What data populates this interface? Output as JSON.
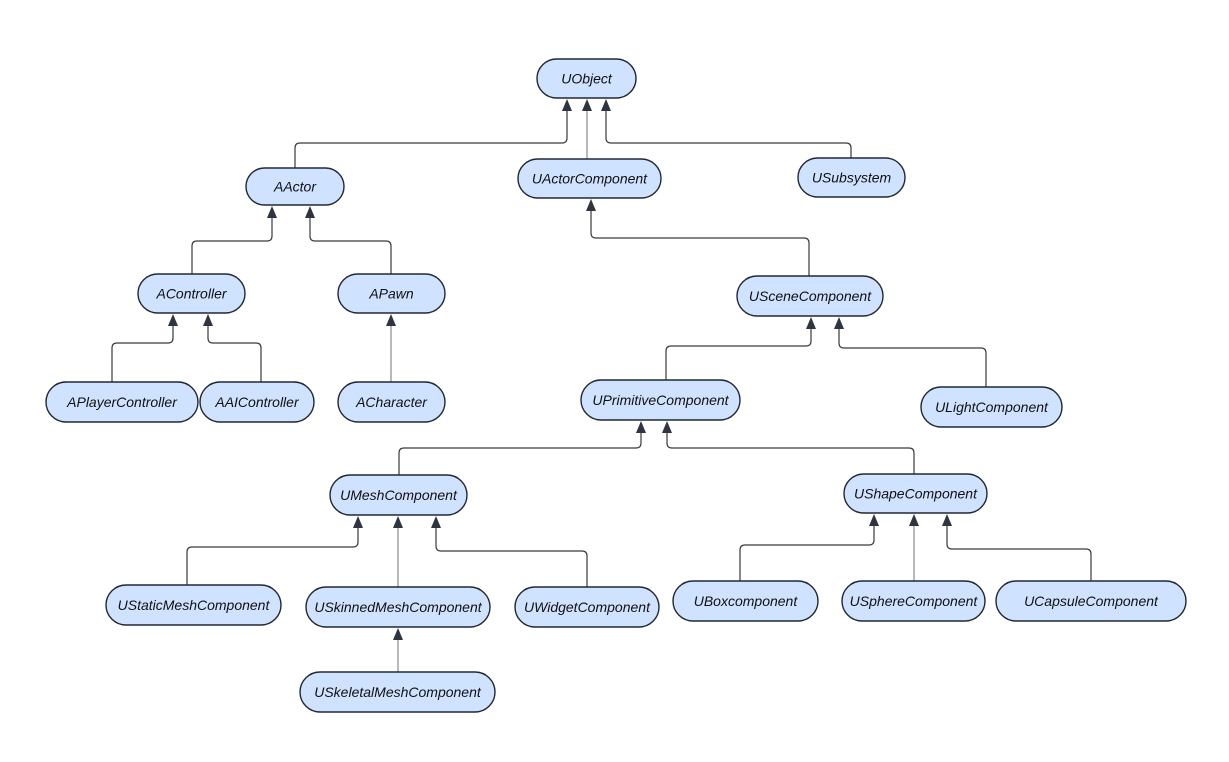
{
  "diagram": {
    "nodes": [
      {
        "id": "uobject",
        "label": "UObject"
      },
      {
        "id": "aactor",
        "label": "AActor"
      },
      {
        "id": "uactorcomponent",
        "label": "UActorComponent"
      },
      {
        "id": "usubsystem",
        "label": "USubsystem"
      },
      {
        "id": "acontroller",
        "label": "AController"
      },
      {
        "id": "apawn",
        "label": "APawn"
      },
      {
        "id": "uscenecomponent",
        "label": "USceneComponent"
      },
      {
        "id": "aplayercontroller",
        "label": "APlayerController"
      },
      {
        "id": "aaicontroller",
        "label": "AAIController"
      },
      {
        "id": "acharacter",
        "label": "ACharacter"
      },
      {
        "id": "uprimitivecomponent",
        "label": "UPrimitiveComponent"
      },
      {
        "id": "ulightcomponent",
        "label": "ULightComponent"
      },
      {
        "id": "umeshcomponent",
        "label": "UMeshComponent"
      },
      {
        "id": "ushapecomponent",
        "label": "UShapeComponent"
      },
      {
        "id": "ustaticmeshcomponent",
        "label": "UStaticMeshComponent"
      },
      {
        "id": "uskinnedmeshcomponent",
        "label": "USkinnedMeshComponent"
      },
      {
        "id": "uwidgetcomponent",
        "label": "UWidgetComponent"
      },
      {
        "id": "uboxcomponent",
        "label": "UBoxcomponent"
      },
      {
        "id": "uspherecomponent",
        "label": "USphereComponent"
      },
      {
        "id": "ucapsulecomponent",
        "label": "UCapsuleComponent"
      },
      {
        "id": "uskeletalmeshcomponent",
        "label": "USkeletalMeshComponent"
      }
    ],
    "edges": [
      {
        "from": "aactor",
        "to": "uobject"
      },
      {
        "from": "uactorcomponent",
        "to": "uobject"
      },
      {
        "from": "usubsystem",
        "to": "uobject"
      },
      {
        "from": "acontroller",
        "to": "aactor"
      },
      {
        "from": "apawn",
        "to": "aactor"
      },
      {
        "from": "uscenecomponent",
        "to": "uactorcomponent"
      },
      {
        "from": "aplayercontroller",
        "to": "acontroller"
      },
      {
        "from": "aaicontroller",
        "to": "acontroller"
      },
      {
        "from": "acharacter",
        "to": "apawn"
      },
      {
        "from": "uprimitivecomponent",
        "to": "uscenecomponent"
      },
      {
        "from": "ulightcomponent",
        "to": "uscenecomponent"
      },
      {
        "from": "umeshcomponent",
        "to": "uprimitivecomponent"
      },
      {
        "from": "ushapecomponent",
        "to": "uprimitivecomponent"
      },
      {
        "from": "ustaticmeshcomponent",
        "to": "umeshcomponent"
      },
      {
        "from": "uskinnedmeshcomponent",
        "to": "umeshcomponent"
      },
      {
        "from": "uwidgetcomponent",
        "to": "umeshcomponent"
      },
      {
        "from": "uskeletalmeshcomponent",
        "to": "uskinnedmeshcomponent"
      },
      {
        "from": "uboxcomponent",
        "to": "ushapecomponent"
      },
      {
        "from": "uspherecomponent",
        "to": "ushapecomponent"
      },
      {
        "from": "ucapsulecomponent",
        "to": "ushapecomponent"
      }
    ]
  }
}
